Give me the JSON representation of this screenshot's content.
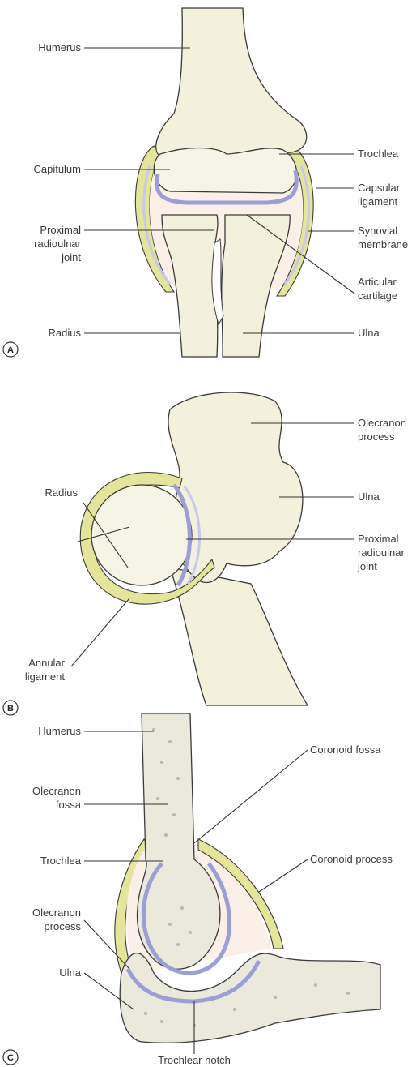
{
  "panels": [
    {
      "letter": "A",
      "labels": {
        "humerus": "Humerus",
        "capitulum": "Capitulum",
        "proximal_radioulnar_joint": [
          "Proximal",
          "radioulnar",
          "joint"
        ],
        "radius": "Radius",
        "trochlea": "Trochlea",
        "capsular_ligament": [
          "Capsular",
          "ligament"
        ],
        "synovial_membrane": [
          "Synovial",
          "membrane"
        ],
        "articular_cartilage": [
          "Articular",
          "cartilage"
        ],
        "ulna": "Ulna"
      }
    },
    {
      "letter": "B",
      "labels": {
        "radius": "Radius",
        "annular_ligament": [
          "Annular",
          "ligament"
        ],
        "olecranon_process": [
          "Olecranon",
          "process"
        ],
        "ulna": "Ulna",
        "proximal_radioulnar_joint": [
          "Proximal",
          "radioulnar",
          "joint"
        ]
      }
    },
    {
      "letter": "C",
      "labels": {
        "humerus": "Humerus",
        "olecranon_fossa": [
          "Olecranon",
          "fossa"
        ],
        "trochlea": "Trochlea",
        "olecranon_process": [
          "Olecranon",
          "process"
        ],
        "ulna": "Ulna",
        "coronoid_fossa": "Coronoid fossa",
        "coronoid_process": "Coronoid process",
        "trochlear_notch": "Trochlear notch"
      }
    }
  ],
  "colors": {
    "bone": "#f3f0dc",
    "ligament": "#e4e59a",
    "cartilage": "#9c9ed6",
    "synovial": "#c7c8ea",
    "joint_cavity": "#fbf0e8",
    "outline": "#3a3a3a"
  }
}
